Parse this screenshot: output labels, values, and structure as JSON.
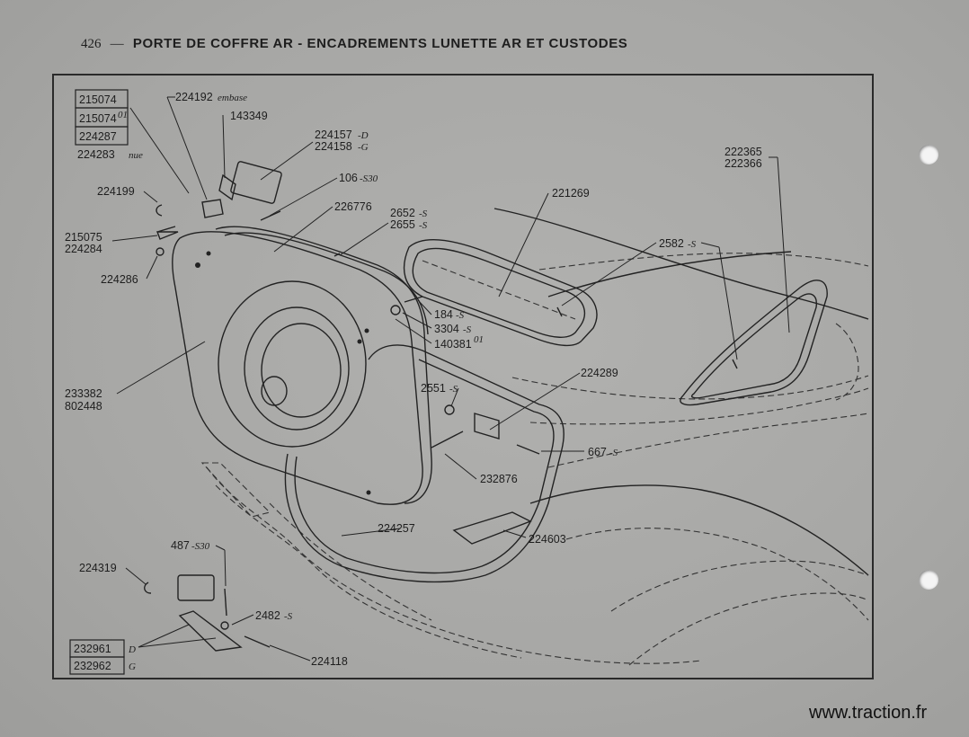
{
  "header": {
    "page_number": "426",
    "dash": "—",
    "title": "PORTE DE COFFRE AR - ENCADREMENTS LUNETTE AR ET CUSTODES"
  },
  "watermark": "www.traction.fr",
  "labels": {
    "p215074": "215074",
    "p215074_01": "215074",
    "p215074_01_sup": "01",
    "p224287": "224287",
    "p224283": "224283",
    "p224283_note": "nue",
    "p224192": "224192",
    "p224192_note": "embase",
    "p143349": "143349",
    "p224157": "224157",
    "p224157_side": "-D",
    "p224158": "224158",
    "p224158_side": "-G",
    "p106": "106",
    "p106_suffix": "-S30",
    "p224199": "224199",
    "p215075": "215075",
    "p224284": "224284",
    "p224286": "224286",
    "p226776": "226776",
    "p2652": "2652",
    "p2652_suffix": "-S",
    "p2655": "2655",
    "p2655_suffix": "-S",
    "p221269": "221269",
    "p2582": "2582",
    "p2582_suffix": "-S",
    "p222365": "222365",
    "p222366": "222366",
    "p184": "184",
    "p184_suffix": "-S",
    "p3304": "3304",
    "p3304_suffix": "-S",
    "p140381": "140381",
    "p140381_sup": "01",
    "p233382": "233382",
    "p802448": "802448",
    "p2551": "2551",
    "p2551_suffix": "-S",
    "p224289": "224289",
    "p667": "667",
    "p667_suffix": "-S",
    "p232876": "232876",
    "p224257": "224257",
    "p224603": "224603",
    "p487": "487",
    "p487_suffix": "-S30",
    "p224319": "224319",
    "p2482": "2482",
    "p2482_suffix": "-S",
    "p232961": "232961",
    "p232961_side": "D",
    "p232962": "232962",
    "p232962_side": "G",
    "p224118": "224118"
  }
}
